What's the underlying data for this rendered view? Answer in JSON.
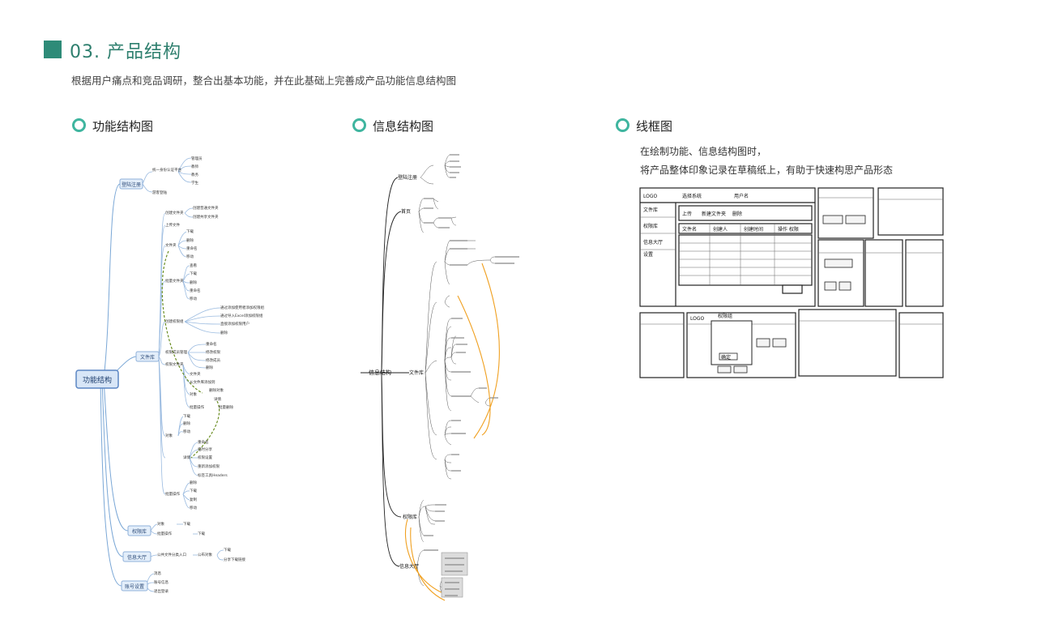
{
  "header": {
    "title": "03. 产品结构",
    "subtitle": "根据用户痛点和竞品调研，整合出基本功能，并在此基础上完善成产品功能信息结构图"
  },
  "sections": {
    "func": {
      "title": "功能结构图"
    },
    "info": {
      "title": "信息结构图"
    },
    "wire": {
      "title": "线框图",
      "desc_line1": "在绘制功能、信息结构图时，",
      "desc_line2": "将产品整体印象记录在草稿纸上，有助于快速构思产品形态"
    }
  },
  "func_map": {
    "root": "功能结构",
    "branches": {
      "login": "登陆注册",
      "file_share": "文件库",
      "permission": "权限库",
      "info_hall": "信息大厅",
      "account": "账号设置"
    },
    "login_items": [
      "统一身份认证平台",
      "游客登陆"
    ],
    "login_roles": [
      "管理员",
      "教师",
      "教务",
      "学生"
    ],
    "upper_items": [
      "创建文件夹",
      "上传文件",
      "文件夹",
      "批量文件夹"
    ],
    "create_sub": [
      "创建普通文件夹",
      "创建共享文件夹"
    ],
    "folder_sub": [
      "下载",
      "删除",
      "重命名",
      "移动"
    ],
    "batch_sub": [
      "查看",
      "下载",
      "删除",
      "重命名",
      "移动"
    ],
    "perm_items": [
      "创建权限组",
      "权限成员管理",
      "权限文件夹"
    ],
    "perm_create_sub": [
      "通过添加使用者添加权限组",
      "通过导入Excel添加权限组",
      "直接添加权限用户",
      "删除"
    ],
    "perm_manage_sub": [
      "重命名",
      "修改权限",
      "修改成员",
      "删除"
    ],
    "perm_file_sub": [
      "文件夹",
      "从文件库添加到"
    ],
    "file_ops": [
      "对象",
      "删除对象",
      "详情",
      "批量操作",
      "批量删除"
    ],
    "object_items": [
      "对象",
      "下载",
      "删除",
      "移动",
      "详情"
    ],
    "detail_sub": [
      "重命名",
      "临时分享",
      "权限设置",
      "重新添加权限",
      "标签工具Headers"
    ],
    "batch_ops": [
      "批量操作",
      "删除",
      "下载",
      "复制",
      "移动"
    ],
    "perm_lib_items": [
      "对象",
      "下载",
      "批量操作",
      "下载"
    ],
    "info_items": [
      "公共文件分类入口",
      "公布对象",
      "下载",
      "分享下载链接"
    ],
    "account_items": [
      "消息",
      "账号信息",
      "退出登录"
    ]
  },
  "info_map": {
    "root": "信息结构",
    "nodes": [
      "登陆注册",
      "首页",
      "文件库",
      "权限库",
      "信息大厅"
    ]
  },
  "wireframes": {
    "main_logo": "LOGO",
    "main_header": "选择系统",
    "main_user": "用户名",
    "sidebar": [
      "文件库",
      "权限库",
      "信息大厅",
      "设置"
    ],
    "table_headers": [
      "文件名",
      "创建人",
      "创建时间",
      "操作 权限"
    ],
    "toolbar": [
      "上传",
      "新建文件夹",
      "删除"
    ],
    "bottom_left_logo": "LOGO",
    "bottom_dialog_title": "权限组",
    "footer_button": "确定"
  }
}
